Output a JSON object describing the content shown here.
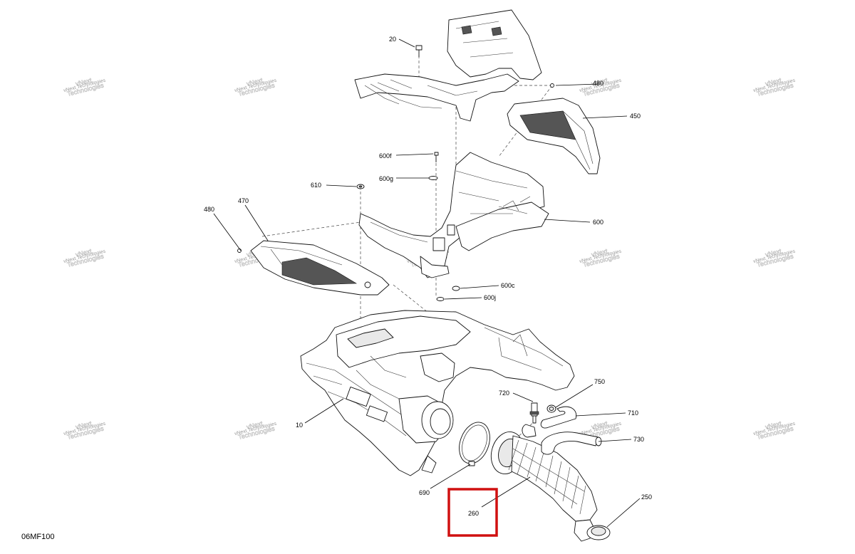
{
  "diagram": {
    "code": "06MF100",
    "highlight_color": "#d01010",
    "watermark": {
      "line1": "vNext",
      "line2": "Technologies",
      "small": "vNext Technologies"
    },
    "callouts": [
      {
        "id": "20",
        "label": "20"
      },
      {
        "id": "480-top",
        "label": "480"
      },
      {
        "id": "450",
        "label": "450"
      },
      {
        "id": "600f",
        "label": "600f"
      },
      {
        "id": "600g",
        "label": "600g"
      },
      {
        "id": "610",
        "label": "610"
      },
      {
        "id": "470",
        "label": "470"
      },
      {
        "id": "480-left",
        "label": "480"
      },
      {
        "id": "600",
        "label": "600"
      },
      {
        "id": "600c",
        "label": "600c"
      },
      {
        "id": "600j",
        "label": "600j"
      },
      {
        "id": "750",
        "label": "750"
      },
      {
        "id": "720",
        "label": "720"
      },
      {
        "id": "710",
        "label": "710"
      },
      {
        "id": "10",
        "label": "10"
      },
      {
        "id": "730",
        "label": "730"
      },
      {
        "id": "690",
        "label": "690"
      },
      {
        "id": "250",
        "label": "250"
      },
      {
        "id": "260",
        "label": "260"
      }
    ]
  }
}
